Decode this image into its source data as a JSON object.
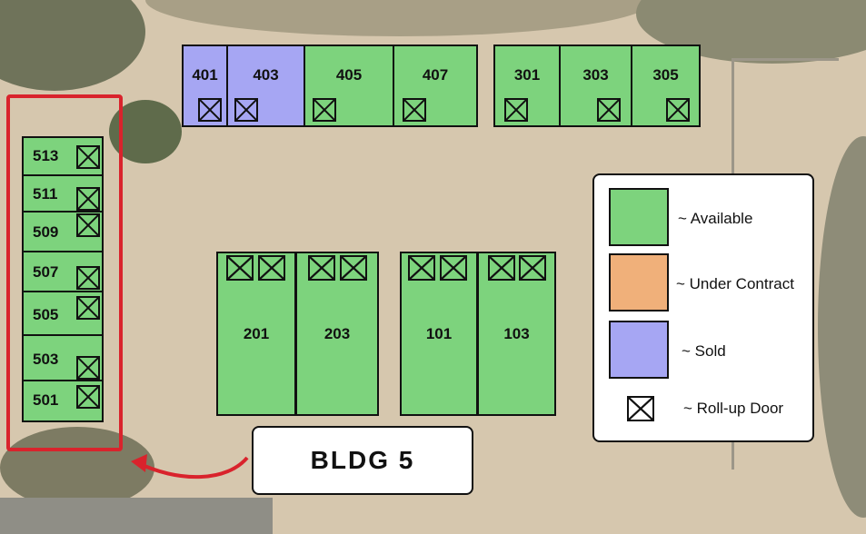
{
  "colors": {
    "available": "#7dd37d",
    "under_contract": "#f0b07a",
    "sold": "#a6a6f3",
    "highlight": "#d9232c"
  },
  "units": {
    "row_400": [
      {
        "number": "401",
        "status": "sold",
        "door": true
      },
      {
        "number": "403",
        "status": "sold",
        "door": true
      },
      {
        "number": "405",
        "status": "available",
        "door": true
      },
      {
        "number": "407",
        "status": "available",
        "door": true
      }
    ],
    "row_300": [
      {
        "number": "301",
        "status": "available",
        "door": true
      },
      {
        "number": "303",
        "status": "available",
        "door": true
      },
      {
        "number": "305",
        "status": "available",
        "door": true
      }
    ],
    "bldg_500": [
      {
        "number": "513",
        "status": "available",
        "door": true
      },
      {
        "number": "511",
        "status": "available",
        "door": true
      },
      {
        "number": "509",
        "status": "available",
        "door": true
      },
      {
        "number": "507",
        "status": "available",
        "door": true
      },
      {
        "number": "505",
        "status": "available",
        "door": true
      },
      {
        "number": "503",
        "status": "available",
        "door": true
      },
      {
        "number": "501",
        "status": "available",
        "door": true
      }
    ],
    "bldg_200": [
      {
        "number": "201",
        "status": "available",
        "doors": 2
      },
      {
        "number": "203",
        "status": "available",
        "doors": 2
      }
    ],
    "bldg_100": [
      {
        "number": "101",
        "status": "available",
        "doors": 2
      },
      {
        "number": "103",
        "status": "available",
        "doors": 2
      }
    ]
  },
  "legend": {
    "available": "~ Available",
    "under_contract": "~ Under Contract",
    "sold": "~ Sold",
    "door": "~ Roll-up Door"
  },
  "callout": {
    "label": "BLDG 5"
  }
}
